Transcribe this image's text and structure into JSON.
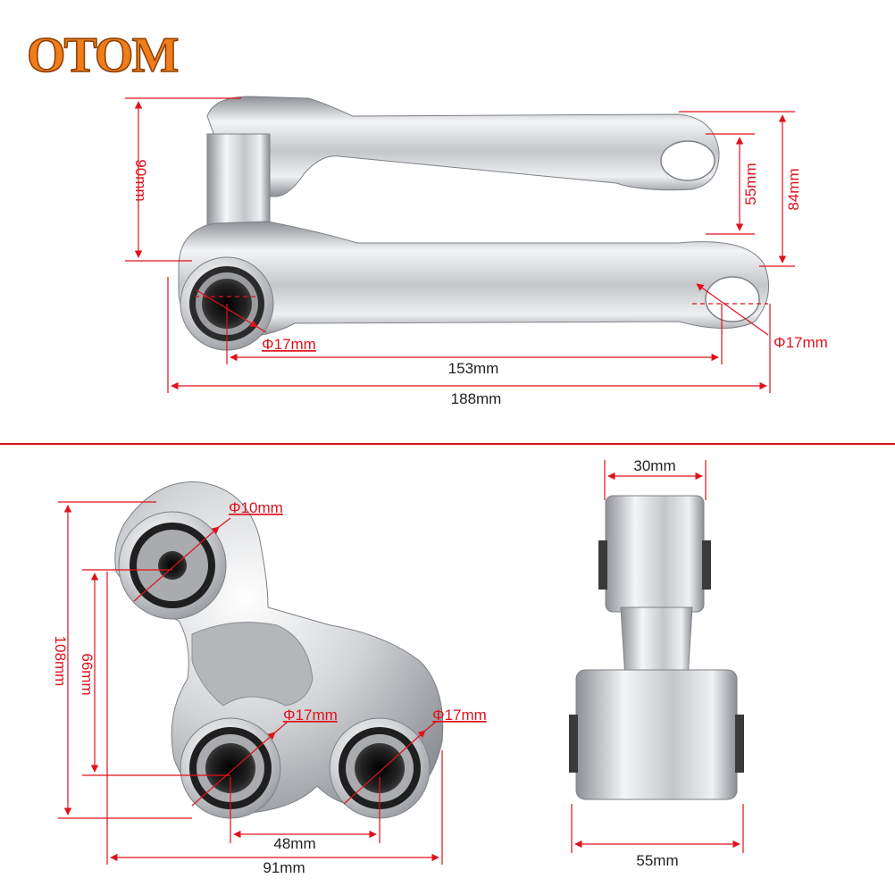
{
  "brand": {
    "name": "OTOM",
    "color": "#f07d1a",
    "outline": "#8a3e00"
  },
  "colors": {
    "dimension": "#e0111b",
    "dimension_text_top": "#222222",
    "divider": "#d9141b",
    "metal_light": "#f2f2f4",
    "metal_mid": "#c7c9cc",
    "metal_dark": "#8d9095",
    "bearing": "#1e1e1e"
  },
  "top_view": {
    "height_left": "90mm",
    "height_right_inner": "55mm",
    "height_right_outer": "84mm",
    "bore_left": "Φ17mm",
    "bore_right": "Φ17mm",
    "center_distance": "153mm",
    "overall_length": "188mm"
  },
  "side_view": {
    "bore_top": "Φ10mm",
    "bore_lower_left": "Φ17mm",
    "bore_lower_right": "Φ17mm",
    "overall_height": "108mm",
    "center_height": "66mm",
    "lower_center_distance": "48mm",
    "overall_width": "91mm"
  },
  "front_view": {
    "top_width": "30mm",
    "bottom_width": "55mm"
  }
}
